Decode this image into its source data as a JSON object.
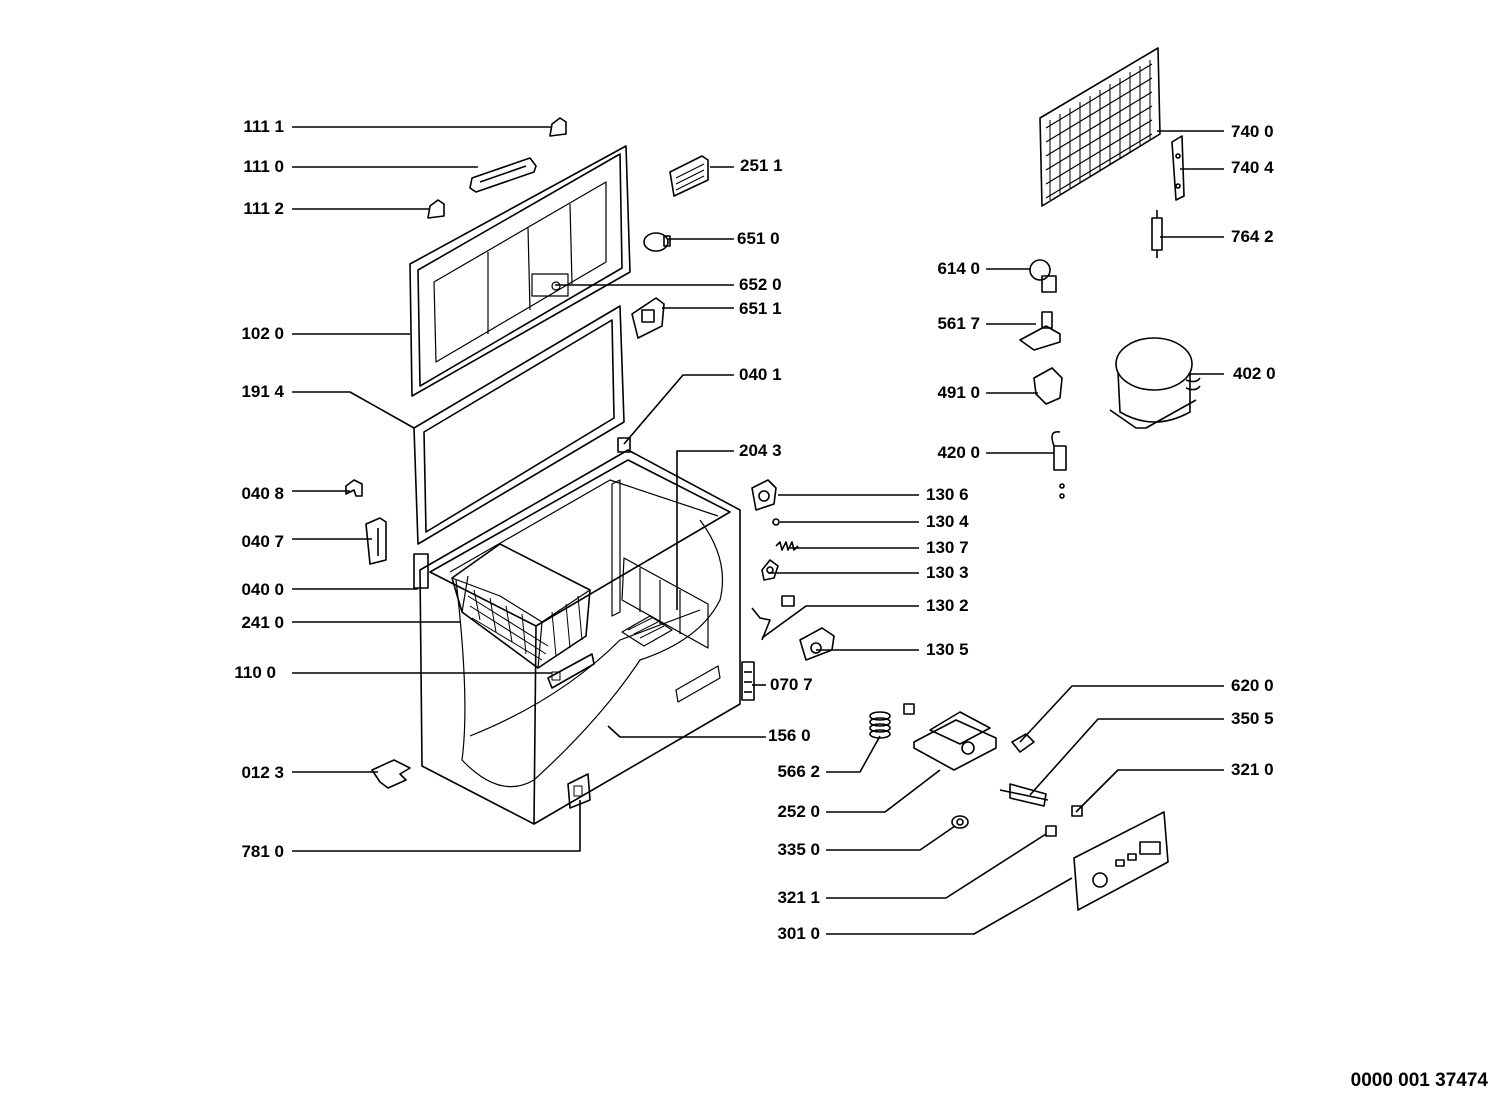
{
  "document_number": "0000 001 37474",
  "part_numbers": {
    "p1111": "111 1",
    "p1110": "111 0",
    "p1112": "111 2",
    "p1020": "102 0",
    "p1914": "191 4",
    "p0408": "040 8",
    "p0407": "040 7",
    "p0400": "040 0",
    "p2410": "241 0",
    "p1100": "110 0",
    "p0123": "012 3",
    "p7810": "781 0",
    "p2511": "251 1",
    "p6510": "651 0",
    "p6520": "652 0",
    "p6511": "651 1",
    "p0401": "040 1",
    "p2043": "204 3",
    "p0707": "070 7",
    "p1560": "156 0",
    "p5662": "566 2",
    "p2520": "252 0",
    "p3350": "335 0",
    "p3211": "321 1",
    "p3010": "301 0",
    "p6140": "614 0",
    "p5617": "561 7",
    "p4910": "491 0",
    "p4200": "420 0",
    "p1306": "130 6",
    "p1304": "130 4",
    "p1307": "130 7",
    "p1303": "130 3",
    "p1302": "130 2",
    "p1305": "130 5",
    "p7400": "740 0",
    "p7404": "740 4",
    "p7642": "764 2",
    "p4020": "402 0",
    "p6200": "620 0",
    "p3505": "350 5",
    "p3210": "321 0"
  }
}
